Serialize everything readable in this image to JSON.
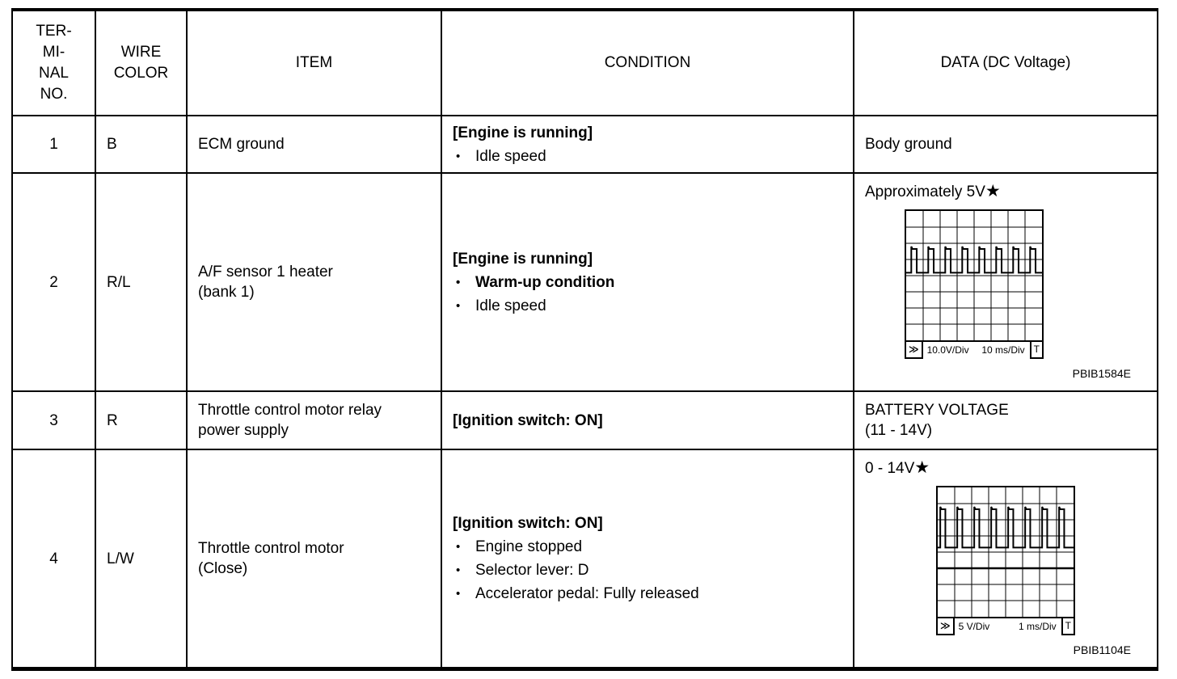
{
  "ui": {
    "bullet": "•"
  },
  "table": {
    "header": {
      "terminal": "TER-\nMI-\nNAL\nNO.",
      "wire_color": "WIRE\nCOLOR",
      "item": "ITEM",
      "condition": "CONDITION",
      "data": "DATA (DC Voltage)"
    },
    "rows": [
      {
        "terminal": "1",
        "wire_color": "B",
        "item": "ECM ground",
        "condition": {
          "heading": "[Engine is running]",
          "bullets": [
            "Idle speed"
          ]
        },
        "data": {
          "text": "Body ground"
        }
      },
      {
        "terminal": "2",
        "wire_color": "R/L",
        "item": "A/F sensor 1 heater\n(bank 1)",
        "condition": {
          "heading": "[Engine is running]",
          "bullets": [
            "Warm-up condition",
            "Idle speed"
          ]
        },
        "data": {
          "text": "Approximately 5V",
          "star": "★",
          "caption": "PBIB1584E",
          "scope": {
            "marker_left": "≫",
            "v_div": "10.0V/Div",
            "t_div": "10 ms/Div",
            "marker_right": "T",
            "cols": 8,
            "rows": 8,
            "baseline_div": 3.82,
            "peak_div": 2.35,
            "pulses": 8,
            "pulse_width_div": 0.32,
            "period_div": 1.0,
            "start_div": 0.3,
            "thick_row": 0
          }
        }
      },
      {
        "terminal": "3",
        "wire_color": "R",
        "item": "Throttle control motor relay\npower supply",
        "condition": {
          "heading": "[Ignition switch: ON]",
          "bullets": []
        },
        "data": {
          "text": "BATTERY VOLTAGE\n(11 - 14V)"
        }
      },
      {
        "terminal": "4",
        "wire_color": "L/W",
        "item": "Throttle control motor\n(Close)",
        "condition": {
          "heading": "[Ignition switch: ON]",
          "bullets": [
            "Engine stopped",
            "Selector lever: D",
            "Accelerator pedal: Fully released"
          ]
        },
        "data": {
          "text": "0 - 14V",
          "star": "★",
          "caption": "PBIB1104E",
          "scope": {
            "marker_left": "≫",
            "v_div": "5 V/Div",
            "t_div": "1 ms/Div",
            "marker_right": "T",
            "cols": 8,
            "rows": 8,
            "baseline_div": 3.72,
            "peak_div": 1.35,
            "pulses": 8,
            "pulse_width_div": 0.3,
            "period_div": 1.0,
            "start_div": 0.15,
            "thick_row": 5
          }
        }
      }
    ]
  }
}
